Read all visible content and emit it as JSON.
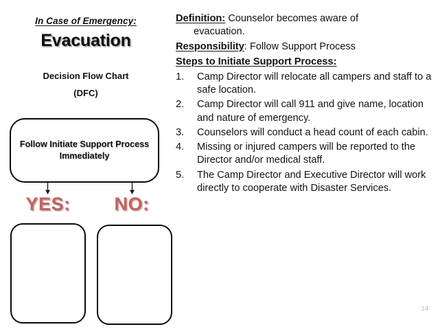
{
  "slide": {
    "page_number": "14",
    "accent_color": "#c4625c",
    "text_color": "#121212",
    "background_color": "#ffffff"
  },
  "left": {
    "eyebrow": "In Case of Emergency:",
    "title": "Evacuation",
    "subtitle_line1": "Decision Flow Chart",
    "subtitle_line2": "(DFC)",
    "flowchart": {
      "process_box_text": "Follow Initiate Support Process Immediately",
      "branch_yes_label": "YES:",
      "branch_no_label": "NO:",
      "yes_box_text": "",
      "no_box_text": ""
    }
  },
  "right": {
    "definition_label": "Definition:",
    "definition_text": " Counselor becomes aware of",
    "definition_continuation": "evacuation.",
    "responsibility_label": "Responsibility",
    "responsibility_text": ": Follow Support Process",
    "steps_heading": "Steps to Initiate Support Process:",
    "steps": [
      {
        "num": "1.",
        "text": "Camp Director will relocate all campers and staff to a safe location."
      },
      {
        "num": "2.",
        "text": "Camp Director will call 911 and give name, location and nature of emergency."
      },
      {
        "num": "3.",
        "text": "Counselors will conduct a head count of each cabin."
      },
      {
        "num": "4.",
        "text": "Missing or injured campers will be reported to the Director and/or medical staff."
      },
      {
        "num": "5.",
        "text": "The Camp Director and Executive Director will work directly to cooperate with Disaster Services."
      }
    ]
  }
}
